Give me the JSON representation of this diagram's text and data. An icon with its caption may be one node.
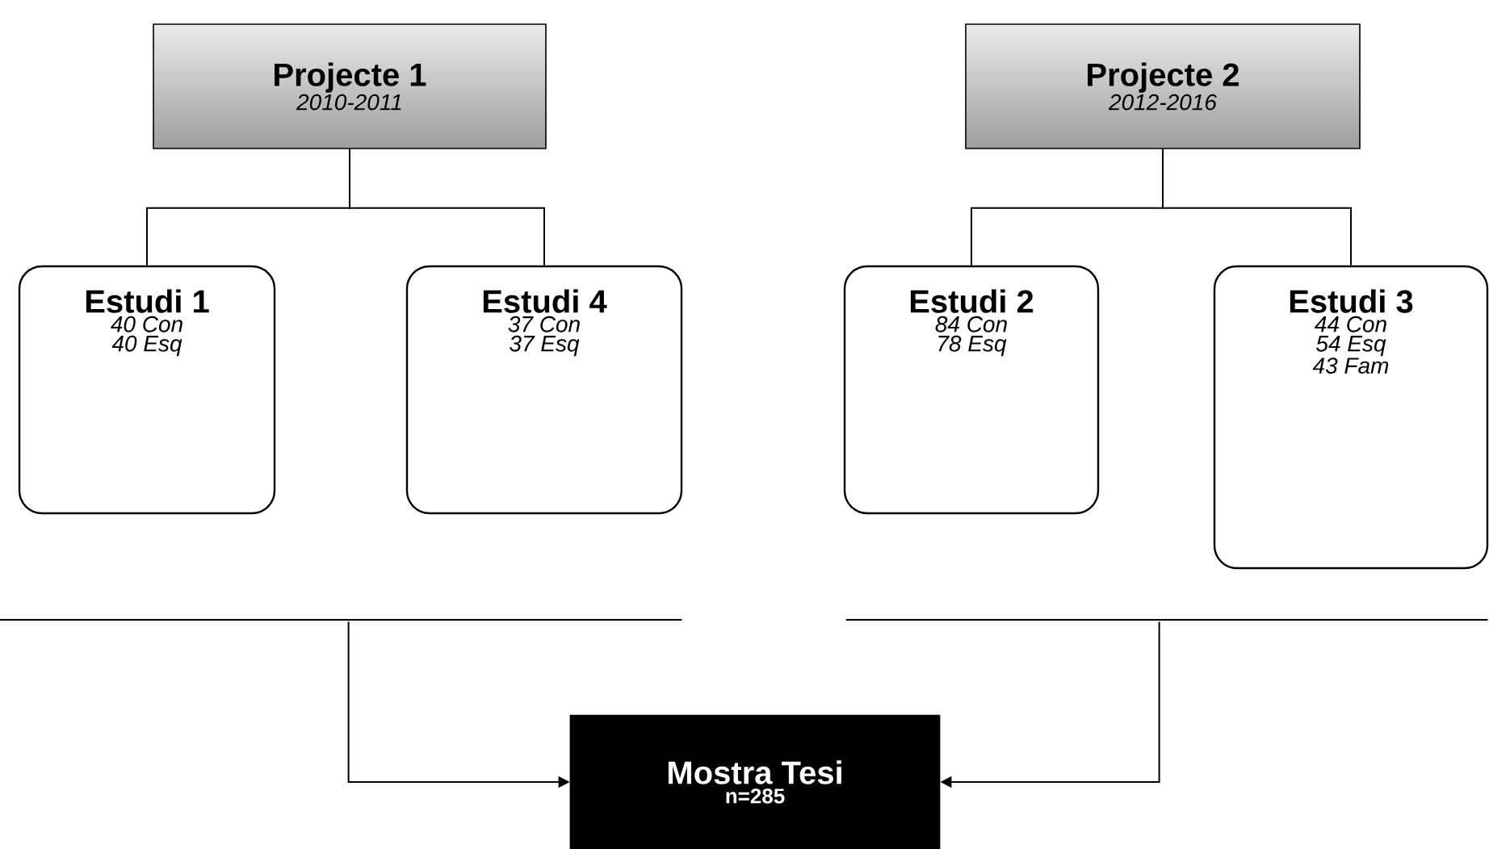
{
  "diagram": {
    "nodes": [
      {
        "text": [
          "Projecte 1",
          "2010-2011"
        ]
      },
      {
        "text": [
          "Projecte 2",
          "2012-2016"
        ]
      },
      {
        "text": [
          "Estudi 1",
          "40 Con",
          "40 Esq"
        ]
      },
      {
        "text": [
          "Estudi 4",
          "37 Con",
          "37 Esq"
        ]
      },
      {
        "text": [
          "Estudi 2",
          "84 Con",
          "78 Esq"
        ]
      },
      {
        "text": [
          "Estudi 3",
          "44 Con",
          "54 Esq",
          "43 Fam"
        ]
      },
      {
        "text": [],
        "shape": "bar"
      },
      {
        "text": [],
        "shape": "bar"
      },
      {
        "text": [
          "Mostra Tesi",
          "n=285"
        ]
      }
    ],
    "edges": [
      {
        "from": 0,
        "to": 2,
        "arrow": "none"
      },
      {
        "from": 0,
        "to": 3,
        "arrow": "none"
      },
      {
        "from": 1,
        "to": 4,
        "arrow": "none"
      },
      {
        "from": 1,
        "to": 5,
        "arrow": "none"
      },
      {
        "from": 6,
        "to": 8,
        "arrow": "to"
      },
      {
        "from": 7,
        "to": 8,
        "arrow": "to"
      }
    ]
  }
}
